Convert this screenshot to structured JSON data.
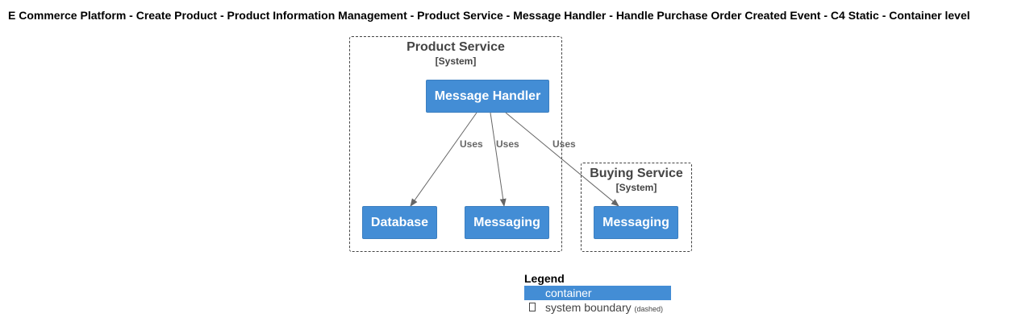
{
  "title": "E Commerce Platform - Create Product - Product Information Management - Product Service - Message Handler - Handle Purchase Order Created Event - C4 Static - Container level",
  "boundaries": {
    "product_service": {
      "name": "Product Service",
      "type": "[System]"
    },
    "buying_service": {
      "name": "Buying Service",
      "type": "[System]"
    }
  },
  "nodes": {
    "message_handler": "Message Handler",
    "database": "Database",
    "product_messaging": "Messaging",
    "buying_messaging": "Messaging"
  },
  "edges": [
    {
      "from": "Message Handler",
      "to": "Database",
      "label": "Uses"
    },
    {
      "from": "Message Handler",
      "to": "Messaging (Product Service)",
      "label": "Uses"
    },
    {
      "from": "Message Handler",
      "to": "Messaging (Buying Service)",
      "label": "Uses"
    }
  ],
  "legend": {
    "title": "Legend",
    "container_label": "container",
    "boundary_label": "system boundary",
    "boundary_note": "(dashed)"
  },
  "colors": {
    "container": "#438dd5",
    "boundary": "#444444",
    "edge": "#666666"
  }
}
